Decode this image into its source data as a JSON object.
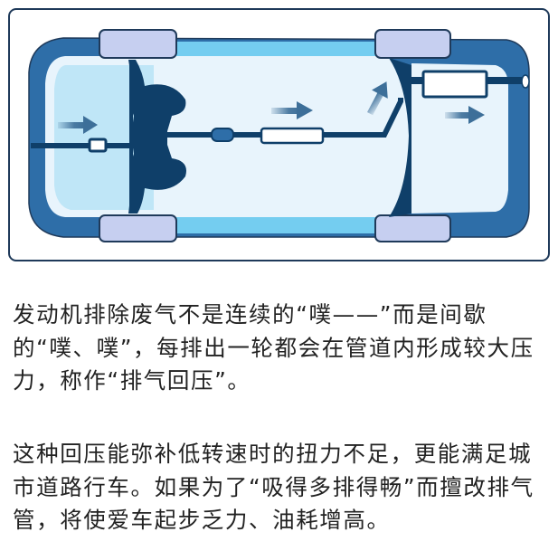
{
  "diagram": {
    "title": "car exhaust system top view",
    "colors": {
      "frame": "#1f3a5a",
      "body_dark": "#2e6ea8",
      "body_light": "#e8f4fc",
      "engine_bay": "#bfe6f7",
      "side_strip": "#74cdf0",
      "wheel": "#c6cff0",
      "pipe": "#0f3f69",
      "arrow": "#3d6f99"
    }
  },
  "article": {
    "paragraph_1": "发动机排除废气不是连续的“噗——”而是间歇的“噗、噗”，每排出一轮都会在管道内形成较大压力，称作“排气回压”。",
    "paragraph_2": "这种回压能弥补低转速时的扭力不足，更能满足城市道路行车。如果为了“吸得多排得畅”而擅改排气管，将使爱车起步乏力、油耗增高。"
  }
}
